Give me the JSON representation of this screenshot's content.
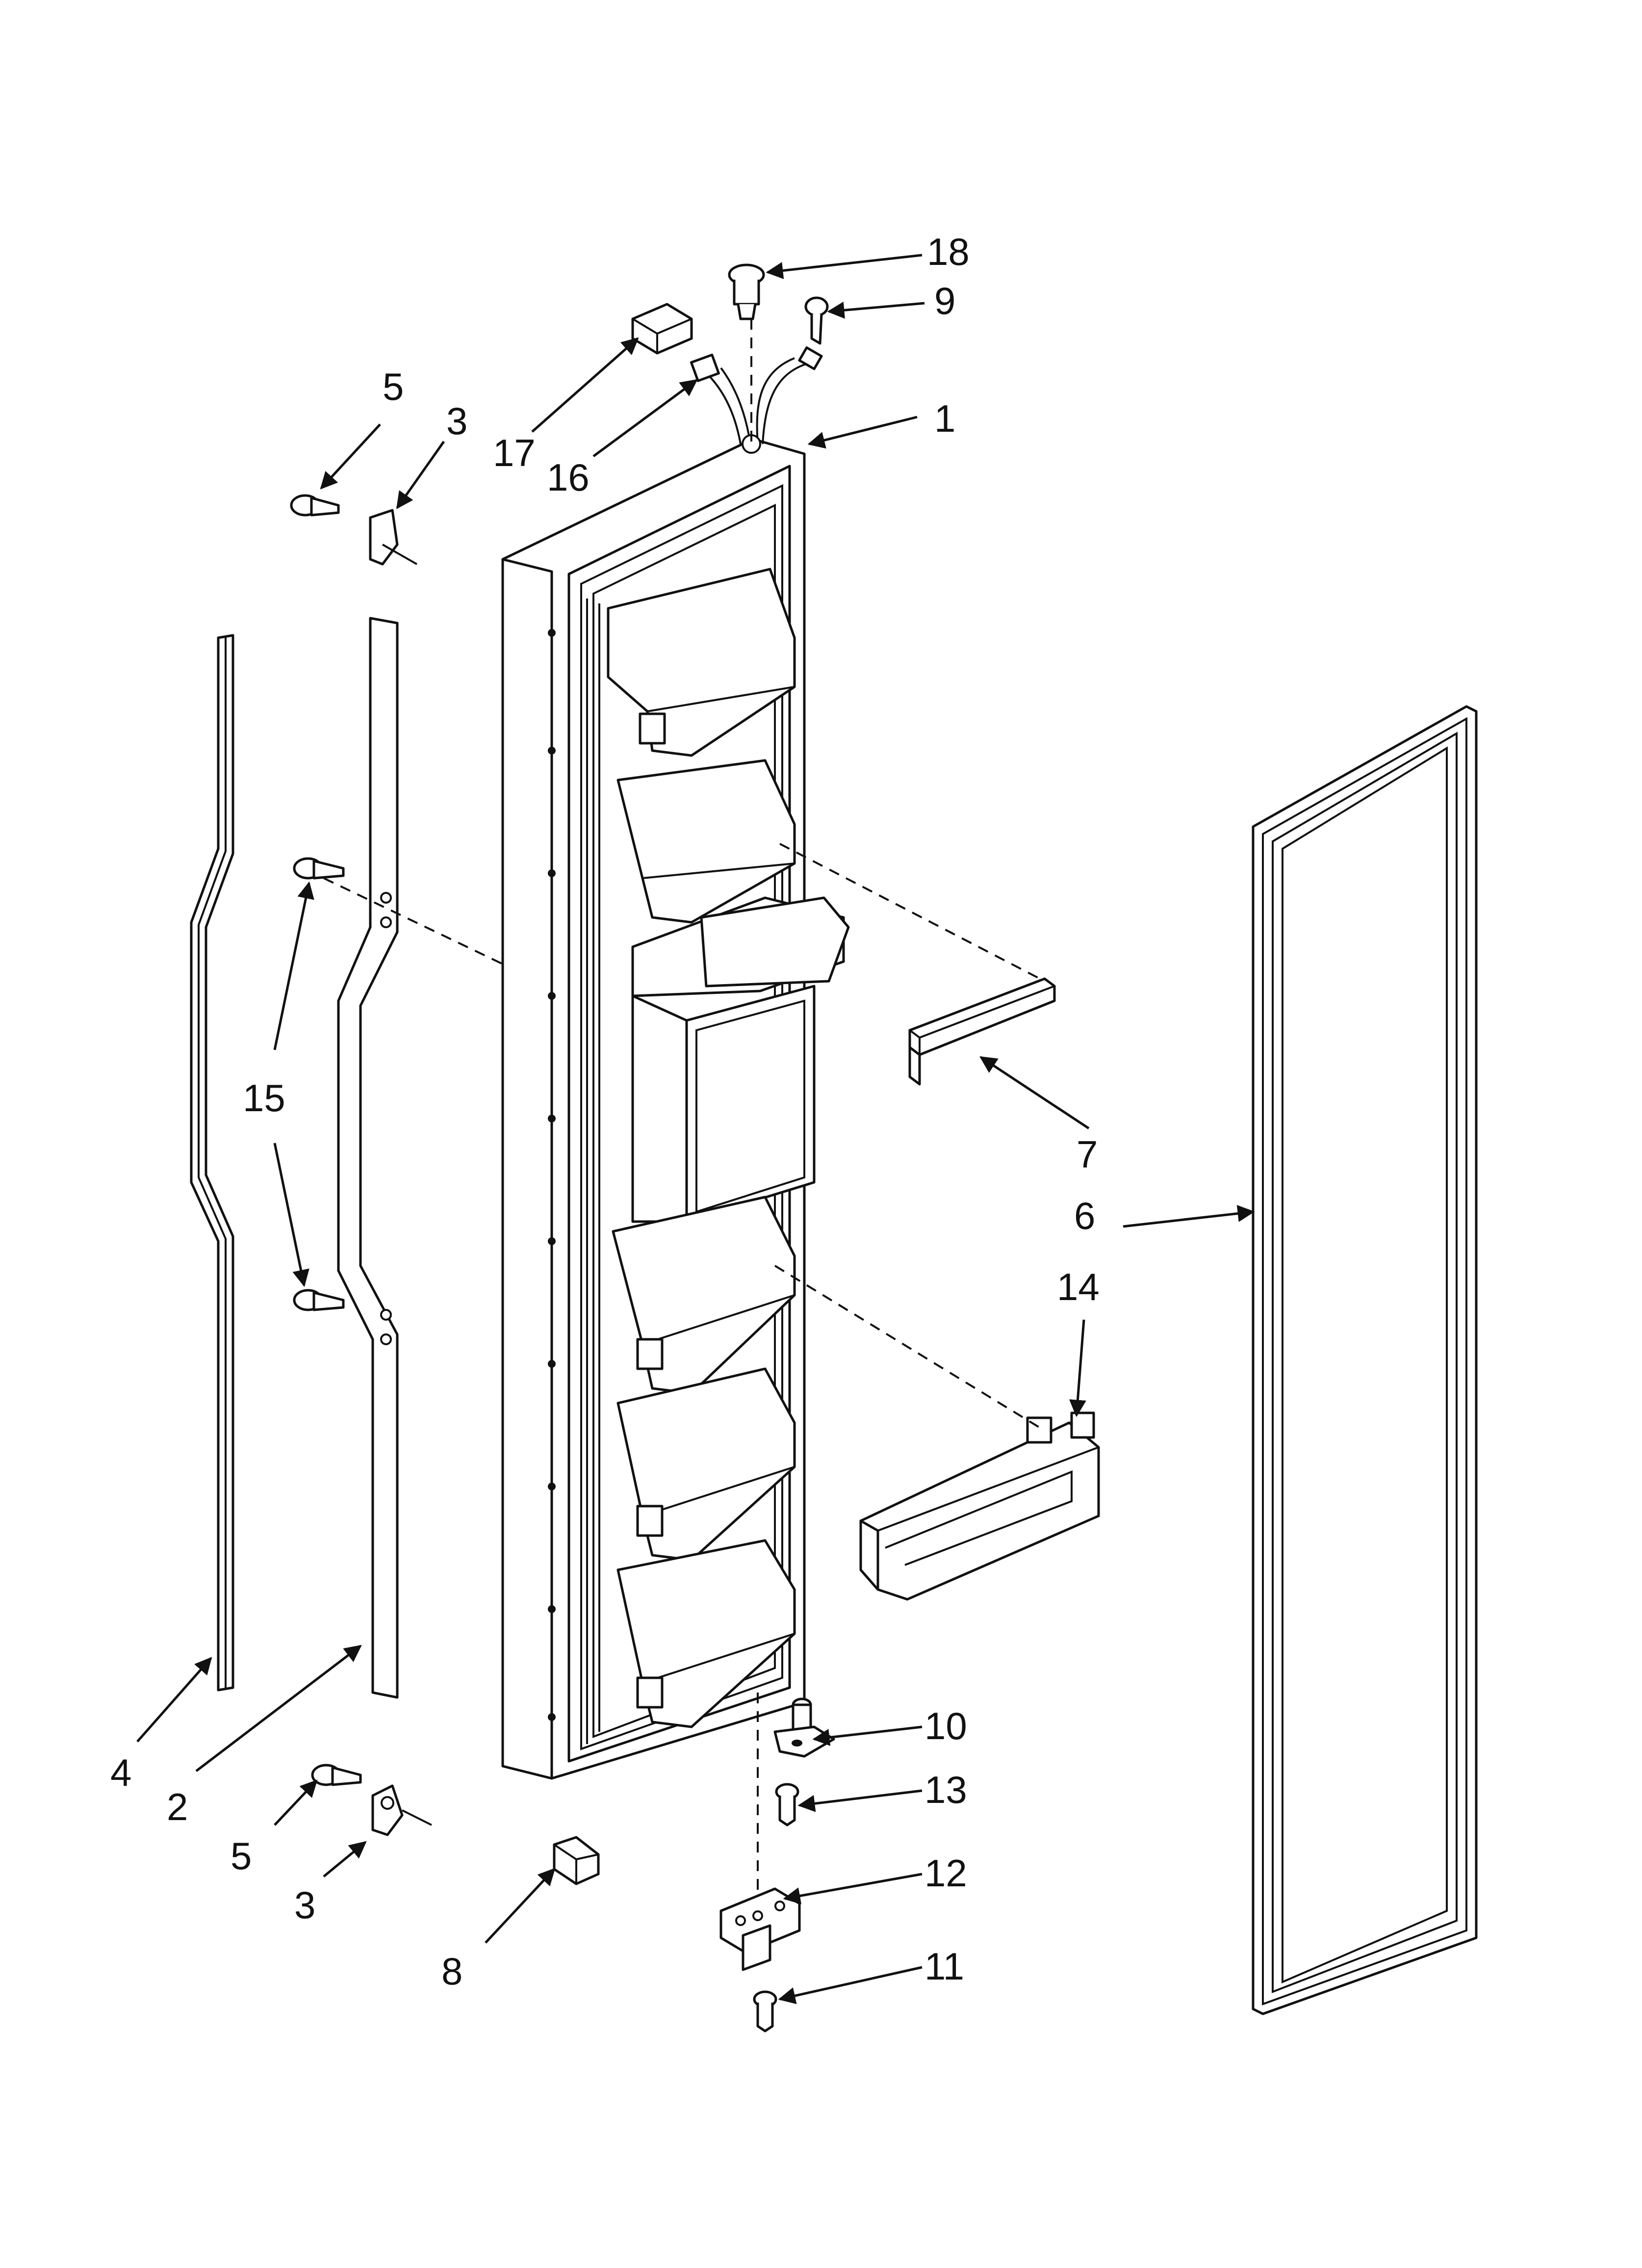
{
  "diagram": {
    "callouts": [
      {
        "id": "c18a",
        "label": "18"
      },
      {
        "id": "c9",
        "label": "9"
      },
      {
        "id": "c1",
        "label": "1"
      },
      {
        "id": "c17",
        "label": "17"
      },
      {
        "id": "c16",
        "label": "16"
      },
      {
        "id": "c5a",
        "label": "5"
      },
      {
        "id": "c3a",
        "label": "3"
      },
      {
        "id": "c15",
        "label": "15"
      },
      {
        "id": "c7",
        "label": "7"
      },
      {
        "id": "c6",
        "label": "6"
      },
      {
        "id": "c14",
        "label": "14"
      },
      {
        "id": "c10",
        "label": "10"
      },
      {
        "id": "c13",
        "label": "13"
      },
      {
        "id": "c12",
        "label": "12"
      },
      {
        "id": "c11",
        "label": "11"
      },
      {
        "id": "c4",
        "label": "4"
      },
      {
        "id": "c2",
        "label": "2"
      },
      {
        "id": "c5b",
        "label": "5"
      },
      {
        "id": "c3b",
        "label": "3"
      },
      {
        "id": "c8",
        "label": "8"
      }
    ]
  }
}
